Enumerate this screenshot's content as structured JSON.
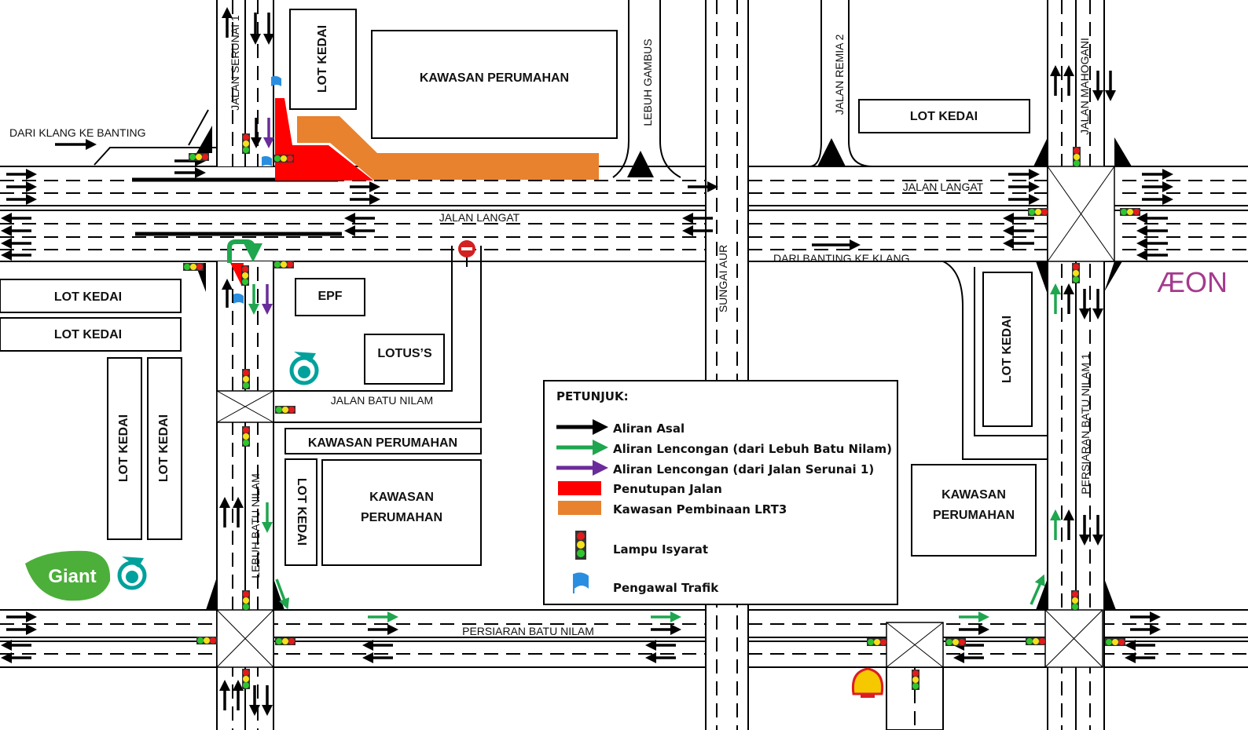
{
  "roads": {
    "jalan_serunai_1": "JALAN SERUNAI 1",
    "lebuh_gambus": "LEBUH GAMBUS",
    "jalan_remia_2": "JALAN REMIA 2",
    "jalan_mahogani": "JALAN MAHOGANI",
    "jalan_langat_1": "JALAN LANGAT",
    "jalan_langat_2": "JALAN LANGAT",
    "dari_klang": "DARI KLANG KE BANTING",
    "dari_banting": "DARI BANTING KE KLANG",
    "sungai_aur": "SUNGAI AUR",
    "jalan_batu_nilam": "JALAN BATU NILAM",
    "lebuh_batu_nilam": "LEBUH BATU NILAM",
    "persiaran_batu_nilam": "PERSIARAN BATU NILAM",
    "persiaran_batu_nilam_1": "PERSIARAN BATU NILAM 1"
  },
  "places": {
    "lot_kedai": "LOT KEDAI",
    "kawasan_perumahan": "KAWASAN PERUMAHAN",
    "kawasan": "KAWASAN",
    "perumahan": "PERUMAHAN",
    "epf": "EPF",
    "lotus": "LOTUS’S",
    "giant": "Giant",
    "aeon": "ÆON"
  },
  "legend": {
    "title": "PETUNJUK:",
    "items": [
      {
        "label": "Aliran Asal",
        "color": "#000000"
      },
      {
        "label": "Aliran Lencongan (dari Lebuh Batu Nilam)",
        "color": "#1fa64f"
      },
      {
        "label": "Aliran Lencongan (dari Jalan Serunai 1)",
        "color": "#6a2c9a"
      },
      {
        "label": "Penutupan Jalan",
        "color": "#ff0000"
      },
      {
        "label": "Kawasan Pembinaan LRT3",
        "color": "#e8822f"
      },
      {
        "label": "Lampu Isyarat"
      },
      {
        "label": "Pengawal Trafik",
        "color": "#2a8ee0"
      }
    ]
  }
}
